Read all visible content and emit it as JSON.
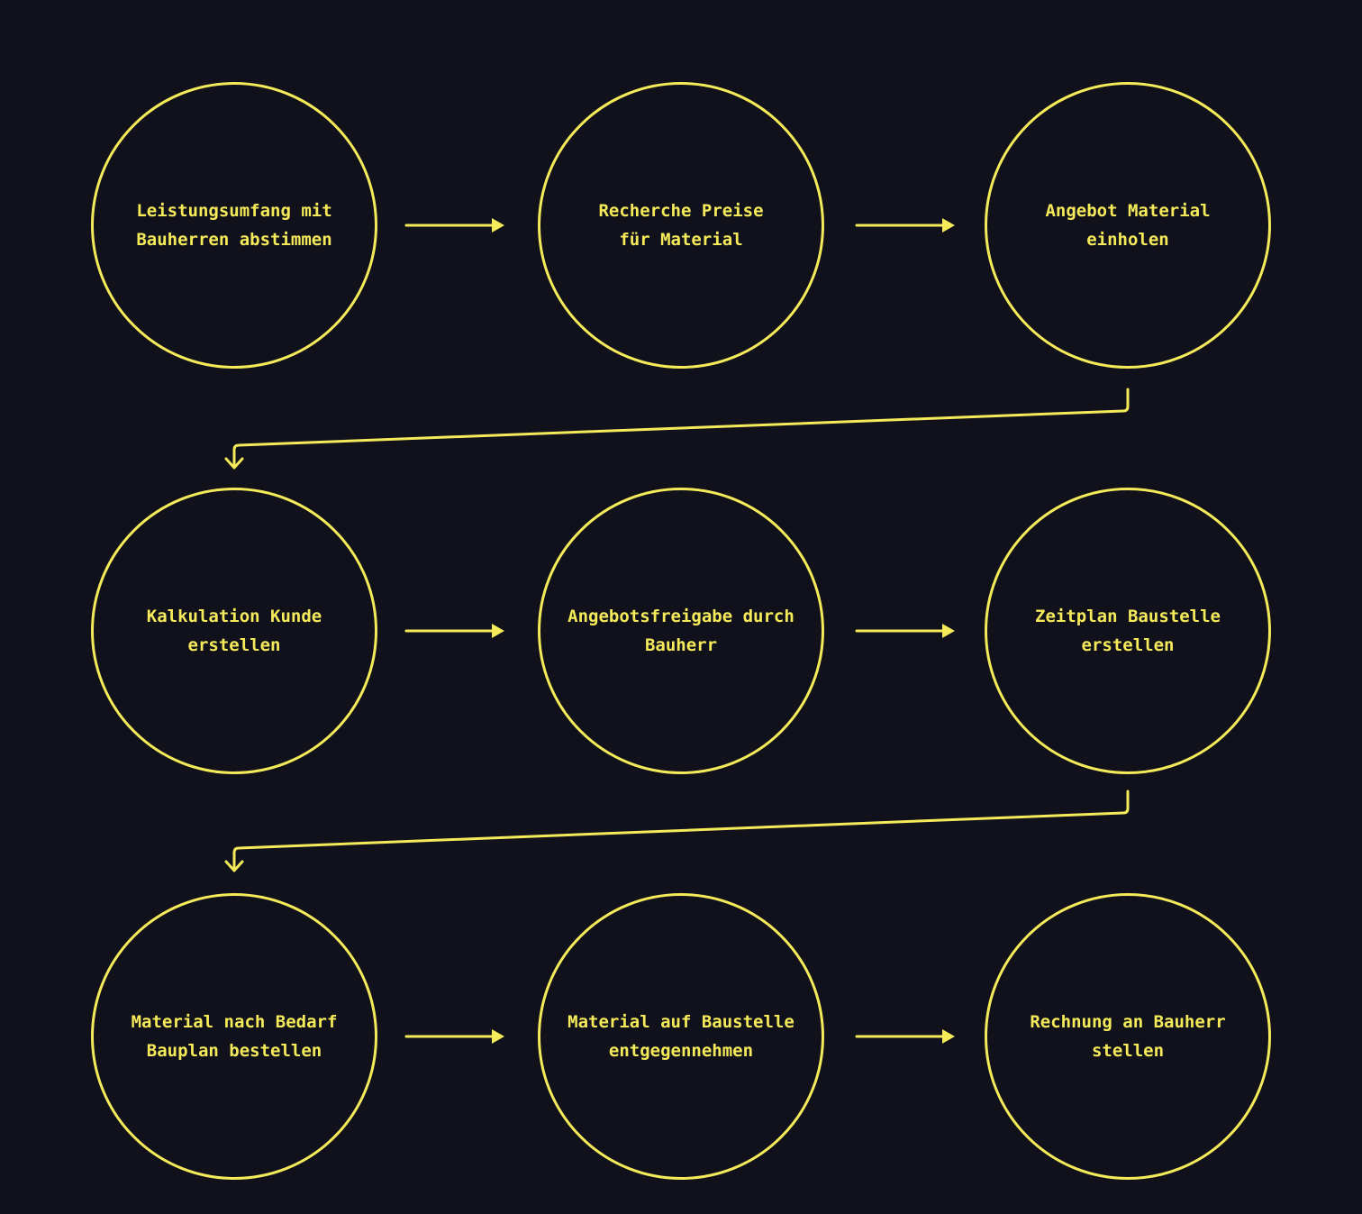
{
  "colors": {
    "background": "#10111a",
    "accent": "#f5ea5a"
  },
  "steps": [
    {
      "label": "Leistungsumfang mit\nBauherren abstimmen"
    },
    {
      "label": "Recherche Preise\nfür Material"
    },
    {
      "label": "Angebot Material\neinholen"
    },
    {
      "label": "Kalkulation Kunde\nerstellen"
    },
    {
      "label": "Angebotsfreigabe durch\nBauherr"
    },
    {
      "label": "Zeitplan Baustelle\nerstellen"
    },
    {
      "label": "Material nach Bedarf\nBauplan bestellen"
    },
    {
      "label": "Material auf Baustelle\nentgegennehmen"
    },
    {
      "label": "Rechnung an Bauherr\nstellen"
    }
  ]
}
